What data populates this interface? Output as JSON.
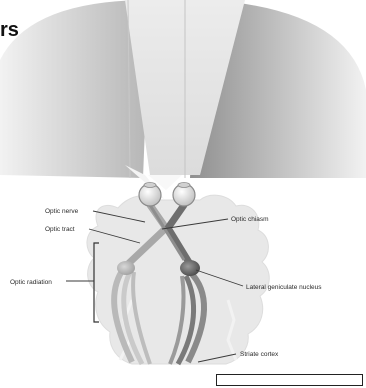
{
  "heading": "rs",
  "labels": {
    "optic_nerve": "Optic nerve",
    "optic_tract": "Optic tract",
    "optic_radiation": "Optic radiation",
    "optic_chiasm": "Optic chiasm",
    "lateral_geniculate_nucleus": "Lateral geniculate nucleus",
    "striate_cortex": "Striate cortex"
  },
  "colors": {
    "field_dark": "#9b9b9b",
    "field_light": "#e2e2e2",
    "brain": "#e9e9e9",
    "pathway": "#6d6d6d",
    "leader_line": "#3a3a3a"
  }
}
